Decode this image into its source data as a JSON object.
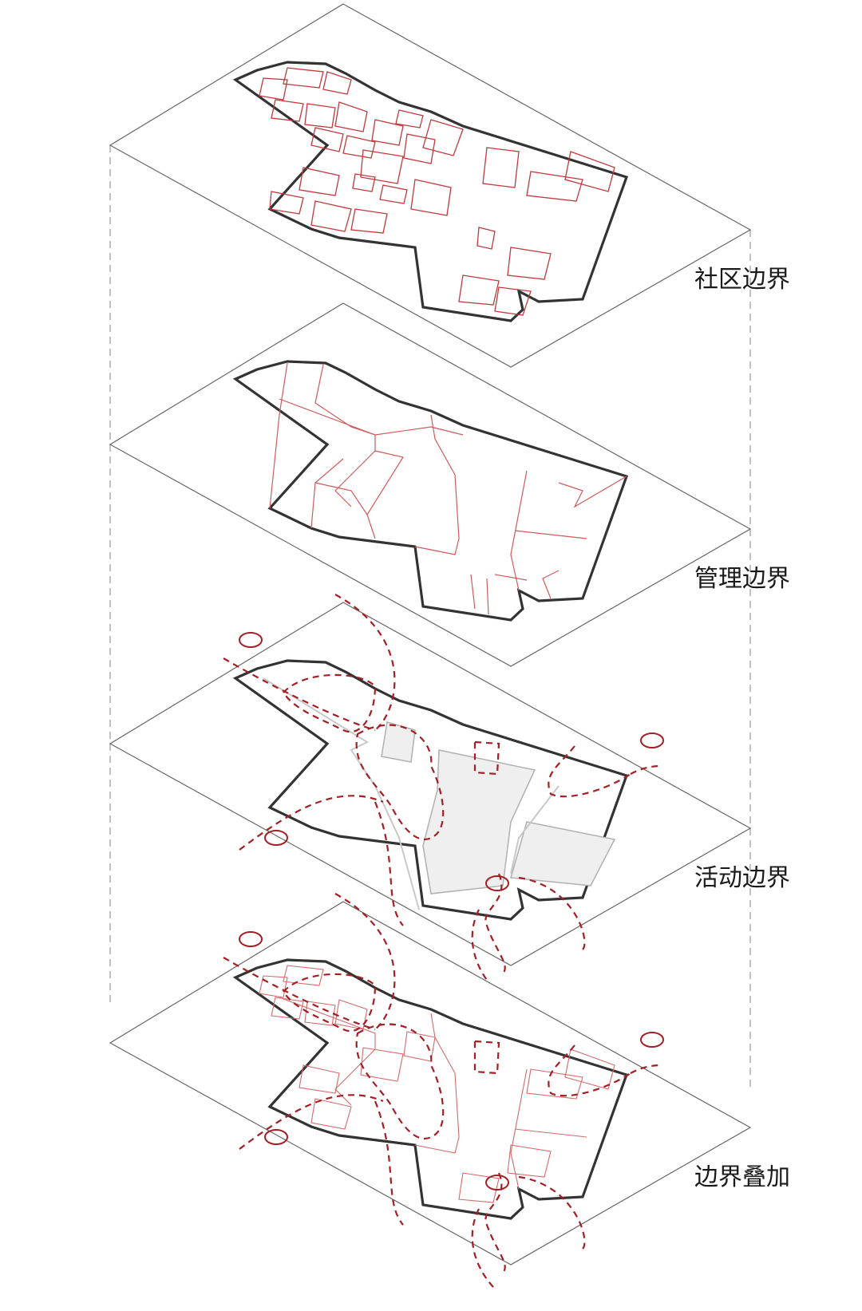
{
  "layers": [
    {
      "id": "community",
      "label": "社区边界"
    },
    {
      "id": "management",
      "label": "管理边界"
    },
    {
      "id": "activity",
      "label": "活动边界"
    },
    {
      "id": "overlay",
      "label": "边界叠加"
    }
  ],
  "colors": {
    "outline": "#333333",
    "plane": "#666666",
    "red": "#b3262b",
    "light_red": "#d46a6a",
    "grey_fill": "#efefef",
    "grey_line": "#b0b0b0"
  }
}
